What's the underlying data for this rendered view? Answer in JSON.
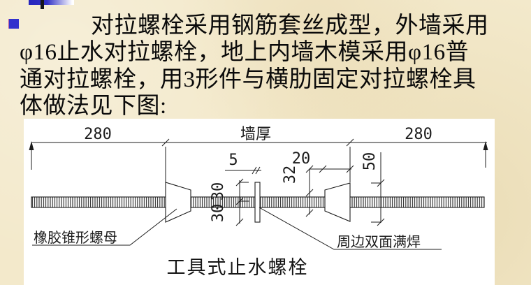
{
  "slide": {
    "paragraph_lines": {
      "line1": "对拉螺栓采用钢筋套丝成型，外墙采用",
      "line2": "φ16止水对拉螺栓，地上内墙木模采用φ16普",
      "line3": "通对拉螺栓，用3形件与横肋固定对拉螺栓具",
      "line4": "体做法见下图:"
    }
  },
  "diagram": {
    "dims": {
      "left_280": "280",
      "wall_thickness": "墙厚",
      "right_280": "280",
      "plate_thickness": "5",
      "cone_offset": "20",
      "cone_small_dia": "32",
      "cone_large_dia": "50",
      "plate_half_top": "30",
      "plate_half_bottom": "30"
    },
    "labels": {
      "cone_nut": "橡胶锥形螺母",
      "weld": "周边双面满焊"
    },
    "title": "工具式止水螺栓"
  },
  "colors": {
    "background": "#f3e9cb",
    "bullet": "#3232cd",
    "accent_bar": "#2b2bc0",
    "line": "#1c1c1c",
    "diagram_bg": "#ffffff"
  }
}
